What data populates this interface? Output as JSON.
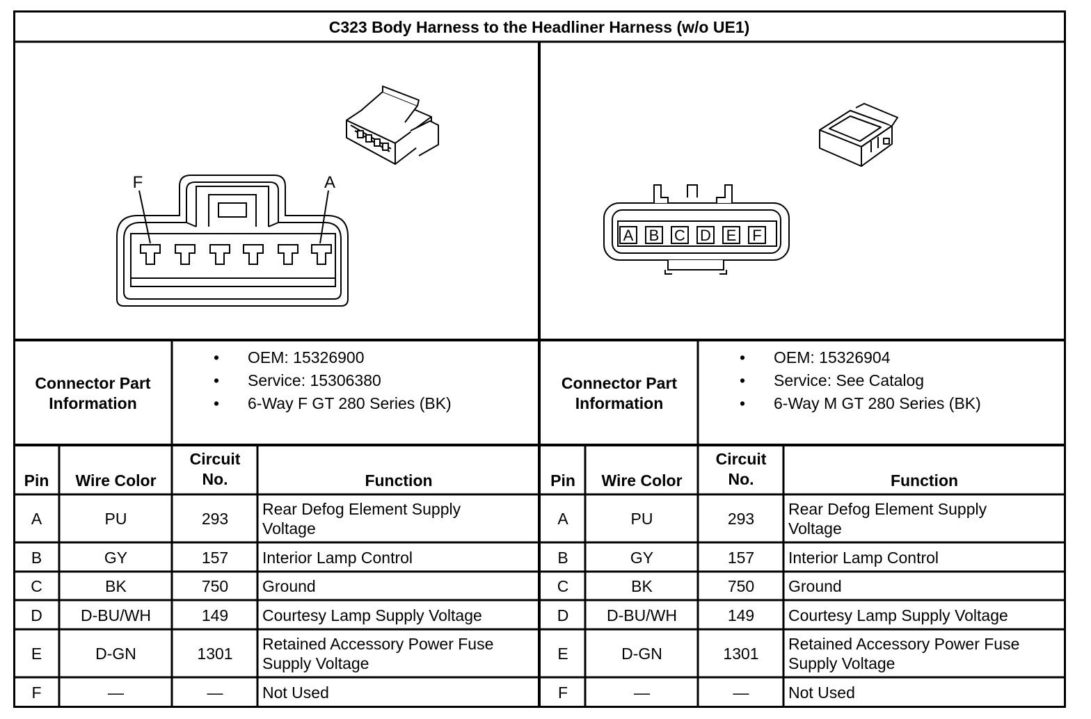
{
  "title": "C323 Body Harness to the Headliner Harness (w/o UE1)",
  "left": {
    "diagram": {
      "label_left": "F",
      "label_right": "A"
    },
    "part_info_label": [
      "Connector Part",
      "Information"
    ],
    "part_info": [
      "OEM: 15326900",
      "Service: 15306380",
      "6-Way F GT 280 Series (BK)"
    ]
  },
  "right": {
    "diagram": {
      "cavity_labels": [
        "A",
        "B",
        "C",
        "D",
        "E",
        "F"
      ]
    },
    "part_info_label": [
      "Connector Part",
      "Information"
    ],
    "part_info": [
      "OEM: 15326904",
      "Service: See Catalog",
      "6-Way M GT 280 Series (BK)"
    ]
  },
  "headers": {
    "pin": "Pin",
    "wire_color": "Wire Color",
    "circuit_1": "Circuit",
    "circuit_2": "No.",
    "function": "Function"
  },
  "rows": [
    {
      "pin": "A",
      "color": "PU",
      "circuit": "293",
      "function": "Rear Defog Element Supply Voltage"
    },
    {
      "pin": "B",
      "color": "GY",
      "circuit": "157",
      "function": "Interior Lamp Control"
    },
    {
      "pin": "C",
      "color": "BK",
      "circuit": "750",
      "function": "Ground"
    },
    {
      "pin": "D",
      "color": "D-BU/WH",
      "circuit": "149",
      "function": "Courtesy Lamp Supply Voltage"
    },
    {
      "pin": "E",
      "color": "D-GN",
      "circuit": "1301",
      "function": "Retained Accessory Power Fuse Supply Voltage"
    },
    {
      "pin": "F",
      "color": "—",
      "circuit": "—",
      "function": "Not Used"
    }
  ],
  "bullet_glyph": "•"
}
